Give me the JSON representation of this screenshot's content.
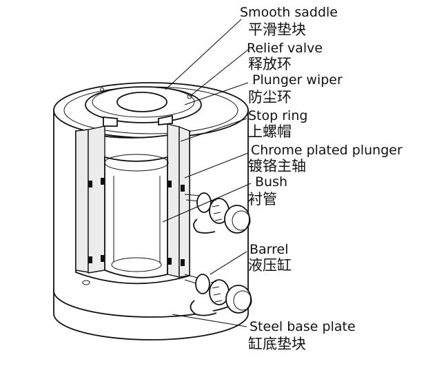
{
  "labels": {
    "smooth_saddle": {
      "en": "Smooth saddle",
      "zh": "平滑垫块"
    },
    "relief_valve": {
      "en": "Relief valve",
      "zh": "释放环"
    },
    "plunger_wiper": {
      "en": "Plunger wiper",
      "zh": "防尘环"
    },
    "stop_ring": {
      "en": "Stop ring",
      "zh": "上螺帽"
    },
    "chrome_plunger": {
      "en": "Chrome plated plunger",
      "zh": "镀铬主轴"
    },
    "bush": {
      "en": "Bush",
      "zh": "衬管"
    },
    "barrel": {
      "en": "Barrel",
      "zh": "液压缸"
    },
    "base_plate": {
      "en": "Steel base plate",
      "zh": "缸底垫块"
    }
  }
}
